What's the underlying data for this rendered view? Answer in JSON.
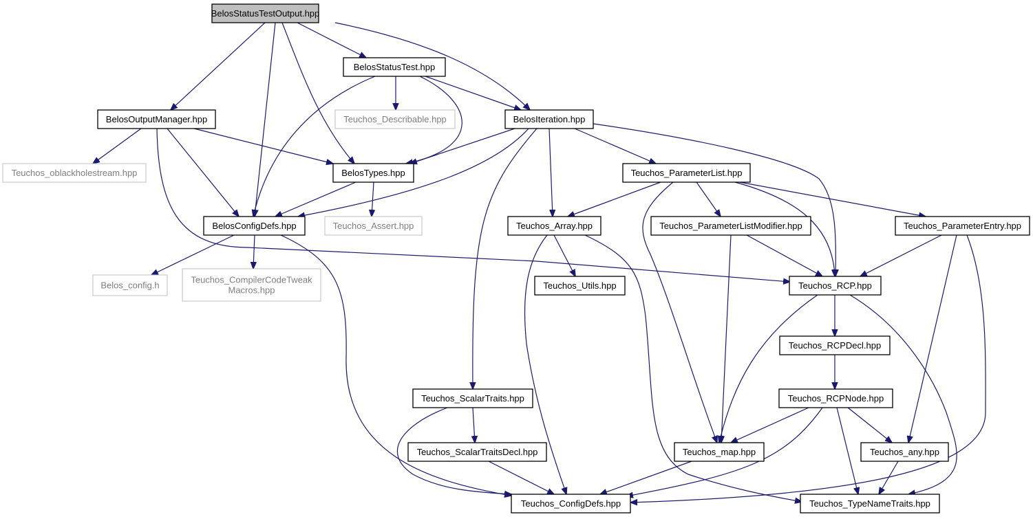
{
  "colors": {
    "edge": "#191970",
    "node_border": "#000000",
    "external_border": "#bfbfbf",
    "external_text": "#7f7f7f",
    "root_fill": "#bfbfbf"
  },
  "nodes": [
    {
      "id": "BelosStatusTestOutput",
      "lines": [
        "BelosStatusTestOutput.hpp"
      ],
      "kind": "root"
    },
    {
      "id": "BelosStatusTest",
      "lines": [
        "BelosStatusTest.hpp"
      ],
      "kind": "local"
    },
    {
      "id": "BelosOutputManager",
      "lines": [
        "BelosOutputManager.hpp"
      ],
      "kind": "local"
    },
    {
      "id": "Teuchos_Describable",
      "lines": [
        "Teuchos_Describable.hpp"
      ],
      "kind": "external"
    },
    {
      "id": "BelosIteration",
      "lines": [
        "BelosIteration.hpp"
      ],
      "kind": "local"
    },
    {
      "id": "Teuchos_oblackholestream",
      "lines": [
        "Teuchos_oblackholestream.hpp"
      ],
      "kind": "external"
    },
    {
      "id": "BelosTypes",
      "lines": [
        "BelosTypes.hpp"
      ],
      "kind": "local"
    },
    {
      "id": "Teuchos_ParameterList",
      "lines": [
        "Teuchos_ParameterList.hpp"
      ],
      "kind": "local"
    },
    {
      "id": "BelosConfigDefs",
      "lines": [
        "BelosConfigDefs.hpp"
      ],
      "kind": "local"
    },
    {
      "id": "Teuchos_Assert",
      "lines": [
        "Teuchos_Assert.hpp"
      ],
      "kind": "external"
    },
    {
      "id": "Teuchos_Array",
      "lines": [
        "Teuchos_Array.hpp"
      ],
      "kind": "local"
    },
    {
      "id": "Teuchos_ParameterListModifier",
      "lines": [
        "Teuchos_ParameterListModifier.hpp"
      ],
      "kind": "local"
    },
    {
      "id": "Teuchos_ParameterEntry",
      "lines": [
        "Teuchos_ParameterEntry.hpp"
      ],
      "kind": "local"
    },
    {
      "id": "Belos_config",
      "lines": [
        "Belos_config.h"
      ],
      "kind": "external"
    },
    {
      "id": "Teuchos_CompilerCodeTweakMacros",
      "lines": [
        "Teuchos_CompilerCodeTweak",
        "Macros.hpp"
      ],
      "kind": "external"
    },
    {
      "id": "Teuchos_Utils",
      "lines": [
        "Teuchos_Utils.hpp"
      ],
      "kind": "local"
    },
    {
      "id": "Teuchos_RCP",
      "lines": [
        "Teuchos_RCP.hpp"
      ],
      "kind": "local"
    },
    {
      "id": "Teuchos_RCPDecl",
      "lines": [
        "Teuchos_RCPDecl.hpp"
      ],
      "kind": "local"
    },
    {
      "id": "Teuchos_ScalarTraits",
      "lines": [
        "Teuchos_ScalarTraits.hpp"
      ],
      "kind": "local"
    },
    {
      "id": "Teuchos_RCPNode",
      "lines": [
        "Teuchos_RCPNode.hpp"
      ],
      "kind": "local"
    },
    {
      "id": "Teuchos_ScalarTraitsDecl",
      "lines": [
        "Teuchos_ScalarTraitsDecl.hpp"
      ],
      "kind": "local"
    },
    {
      "id": "Teuchos_map",
      "lines": [
        "Teuchos_map.hpp"
      ],
      "kind": "local"
    },
    {
      "id": "Teuchos_any",
      "lines": [
        "Teuchos_any.hpp"
      ],
      "kind": "local"
    },
    {
      "id": "Teuchos_ConfigDefs",
      "lines": [
        "Teuchos_ConfigDefs.hpp"
      ],
      "kind": "local"
    },
    {
      "id": "Teuchos_TypeNameTraits",
      "lines": [
        "Teuchos_TypeNameTraits.hpp"
      ],
      "kind": "local"
    }
  ],
  "edges": [
    [
      "BelosStatusTestOutput",
      "BelosStatusTest"
    ],
    [
      "BelosStatusTestOutput",
      "BelosOutputManager"
    ],
    [
      "BelosStatusTestOutput",
      "BelosIteration"
    ],
    [
      "BelosStatusTestOutput",
      "BelosTypes"
    ],
    [
      "BelosStatusTestOutput",
      "BelosConfigDefs"
    ],
    [
      "BelosStatusTest",
      "Teuchos_Describable"
    ],
    [
      "BelosStatusTest",
      "BelosIteration"
    ],
    [
      "BelosStatusTest",
      "BelosTypes"
    ],
    [
      "BelosStatusTest",
      "BelosConfigDefs"
    ],
    [
      "BelosOutputManager",
      "Teuchos_oblackholestream"
    ],
    [
      "BelosOutputManager",
      "BelosTypes"
    ],
    [
      "BelosOutputManager",
      "BelosConfigDefs"
    ],
    [
      "BelosOutputManager",
      "Teuchos_RCP"
    ],
    [
      "BelosIteration",
      "BelosTypes"
    ],
    [
      "BelosIteration",
      "BelosConfigDefs"
    ],
    [
      "BelosIteration",
      "Teuchos_ParameterList"
    ],
    [
      "BelosIteration",
      "Teuchos_Array"
    ],
    [
      "BelosIteration",
      "Teuchos_ScalarTraits"
    ],
    [
      "BelosIteration",
      "Teuchos_RCP"
    ],
    [
      "BelosTypes",
      "BelosConfigDefs"
    ],
    [
      "BelosTypes",
      "Teuchos_Assert"
    ],
    [
      "BelosConfigDefs",
      "Belos_config"
    ],
    [
      "BelosConfigDefs",
      "Teuchos_CompilerCodeTweakMacros"
    ],
    [
      "BelosConfigDefs",
      "Teuchos_ConfigDefs"
    ],
    [
      "Teuchos_ParameterList",
      "Teuchos_Array"
    ],
    [
      "Teuchos_ParameterList",
      "Teuchos_ParameterListModifier"
    ],
    [
      "Teuchos_ParameterList",
      "Teuchos_ParameterEntry"
    ],
    [
      "Teuchos_ParameterList",
      "Teuchos_RCP"
    ],
    [
      "Teuchos_ParameterList",
      "Teuchos_map"
    ],
    [
      "Teuchos_Array",
      "Teuchos_Utils"
    ],
    [
      "Teuchos_Array",
      "Teuchos_ConfigDefs"
    ],
    [
      "Teuchos_Array",
      "Teuchos_TypeNameTraits"
    ],
    [
      "Teuchos_ParameterListModifier",
      "Teuchos_RCP"
    ],
    [
      "Teuchos_ParameterListModifier",
      "Teuchos_map"
    ],
    [
      "Teuchos_ParameterEntry",
      "Teuchos_RCP"
    ],
    [
      "Teuchos_ParameterEntry",
      "Teuchos_any"
    ],
    [
      "Teuchos_ParameterEntry",
      "Teuchos_ConfigDefs"
    ],
    [
      "Teuchos_RCP",
      "Teuchos_RCPDecl"
    ],
    [
      "Teuchos_RCP",
      "Teuchos_map"
    ],
    [
      "Teuchos_RCP",
      "Teuchos_TypeNameTraits"
    ],
    [
      "Teuchos_RCPDecl",
      "Teuchos_RCPNode"
    ],
    [
      "Teuchos_RCPNode",
      "Teuchos_map"
    ],
    [
      "Teuchos_RCPNode",
      "Teuchos_any"
    ],
    [
      "Teuchos_RCPNode",
      "Teuchos_ConfigDefs"
    ],
    [
      "Teuchos_RCPNode",
      "Teuchos_TypeNameTraits"
    ],
    [
      "Teuchos_ScalarTraits",
      "Teuchos_ScalarTraitsDecl"
    ],
    [
      "Teuchos_ScalarTraits",
      "Teuchos_ConfigDefs"
    ],
    [
      "Teuchos_ScalarTraitsDecl",
      "Teuchos_ConfigDefs"
    ],
    [
      "Teuchos_map",
      "Teuchos_ConfigDefs"
    ],
    [
      "Teuchos_any",
      "Teuchos_TypeNameTraits"
    ]
  ]
}
